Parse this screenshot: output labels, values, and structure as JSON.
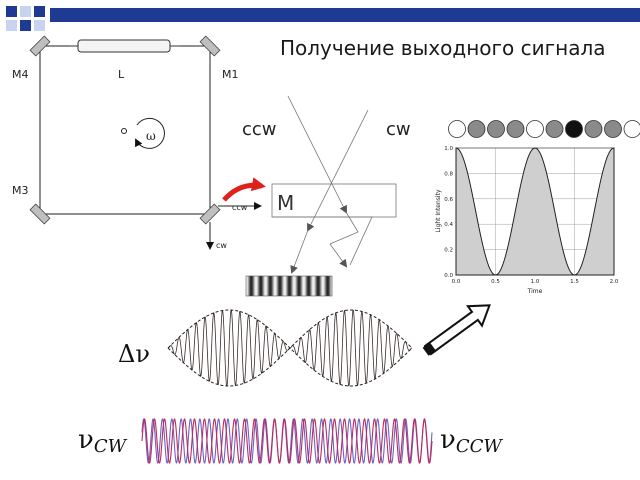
{
  "slide": {
    "title": "Получение выходного сигнала",
    "accent_colors": {
      "square_dark": "#1f3a93",
      "square_light": "#c7d3ef",
      "bar": "#1f3a93"
    }
  },
  "laser": {
    "labels": {
      "m4": "M4",
      "l": "L",
      "m1": "M1",
      "m3": "M3",
      "omega": "ω",
      "ccw": "ccw",
      "cw": "cw"
    }
  },
  "combiner": {
    "labels": {
      "ccw": "ccw",
      "cw": "cw",
      "m": "M"
    }
  },
  "intensity": {
    "circles": [
      "white",
      "gray",
      "gray",
      "gray",
      "white",
      "gray",
      "black",
      "gray",
      "gray",
      "white"
    ],
    "y_axis_label": "Light Intensity",
    "x_axis_label": "Time"
  },
  "beat": {
    "label": "Δν"
  },
  "waves": {
    "label_cw": "ν",
    "sub_cw": "CW",
    "label_ccw": "ν",
    "sub_ccw": "CCW",
    "colors": {
      "cw": "#c0285a",
      "ccw": "#6a63c8"
    }
  },
  "chart_data": {
    "type": "area",
    "x": [
      0.0,
      0.5,
      1.0,
      1.5,
      2.0
    ],
    "y": [
      1.0,
      0.0,
      1.0,
      0.0,
      1.0
    ],
    "xticks": [
      "0.0",
      "0.5",
      "1.0",
      "1.5",
      "2.0"
    ],
    "yticks": [
      "0.0",
      "0.2",
      "0.4",
      "0.6",
      "0.8",
      "1.0"
    ],
    "xlim": [
      0.0,
      2.0
    ],
    "ylim": [
      0.0,
      1.0
    ],
    "xlabel": "Time",
    "ylabel": "Light Intensity",
    "grid": true
  }
}
